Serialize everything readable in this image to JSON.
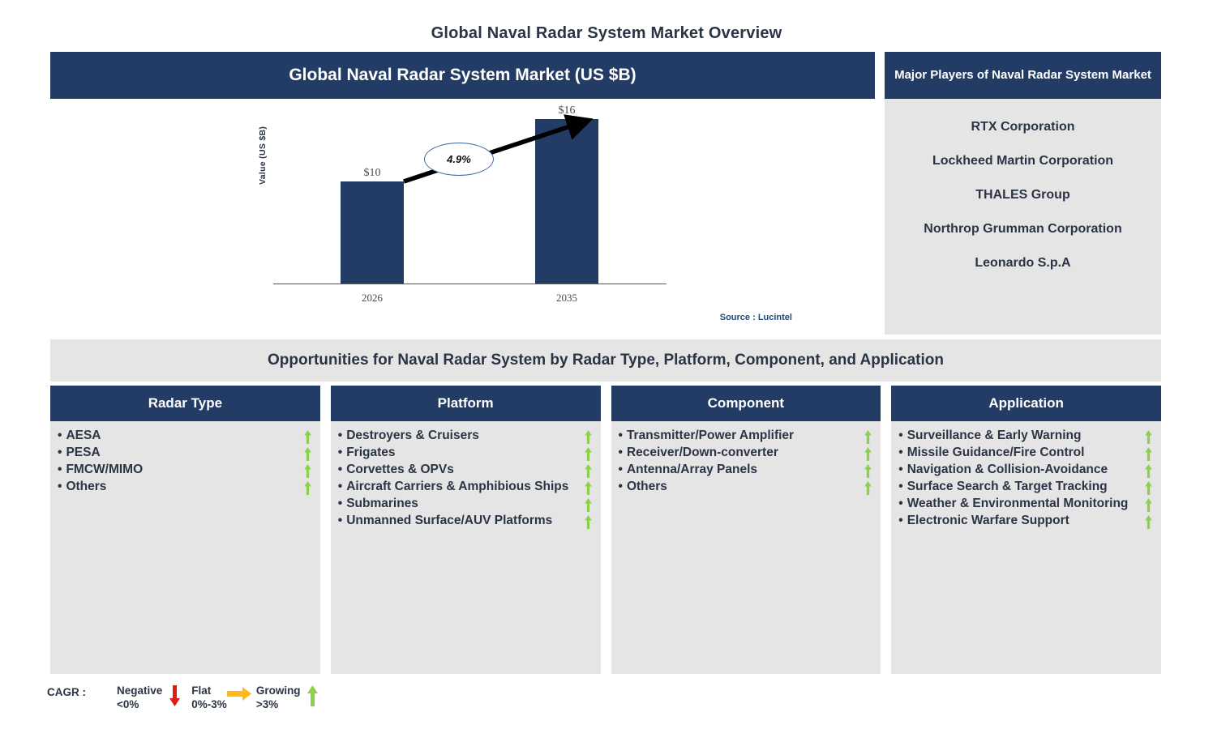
{
  "page_title": "Global Naval Radar System Market Overview",
  "chart_card": {
    "header": "Global Naval Radar System Market (US $B)",
    "source": "Source : Lucintel"
  },
  "chart_data": {
    "type": "bar",
    "title": "Global Naval Radar System Market (US $B)",
    "categories": [
      "2026",
      "2035"
    ],
    "values": [
      10,
      16
    ],
    "value_labels": [
      "$10",
      "$16"
    ],
    "ylabel": "Value (US $B)",
    "xlabel": "",
    "cagr_label": "4.9%",
    "grid": false,
    "legend": "none",
    "ylim": [
      0,
      18
    ],
    "bar_color": "#233C66",
    "annotation": "Arrow from 2026 bar to 2035 bar with CAGR bubble 4.9%"
  },
  "players": {
    "header": "Major Players of Naval Radar System Market",
    "items": [
      "RTX Corporation",
      "Lockheed Martin Corporation",
      "THALES Group",
      "Northrop Grumman Corporation",
      "Leonardo S.p.A"
    ]
  },
  "opportunities_banner": "Opportunities for Naval Radar System by Radar Type, Platform, Component, and Application",
  "columns": [
    {
      "header": "Radar Type",
      "items": [
        {
          "label": "AESA",
          "trend": "growing"
        },
        {
          "label": "PESA",
          "trend": "growing"
        },
        {
          "label": "FMCW/MIMO",
          "trend": "growing"
        },
        {
          "label": "Others",
          "trend": "growing"
        }
      ]
    },
    {
      "header": "Platform",
      "items": [
        {
          "label": "Destroyers & Cruisers",
          "trend": "growing"
        },
        {
          "label": "Frigates",
          "trend": "growing"
        },
        {
          "label": "Corvettes & OPVs",
          "trend": "growing"
        },
        {
          "label": "Aircraft Carriers & Amphibious Ships",
          "trend": "growing"
        },
        {
          "label": "Submarines",
          "trend": "growing"
        },
        {
          "label": "Unmanned Surface/AUV Platforms",
          "trend": "growing"
        }
      ]
    },
    {
      "header": "Component",
      "items": [
        {
          "label": "Transmitter/Power Amplifier",
          "trend": "growing"
        },
        {
          "label": "Receiver/Down-converter",
          "trend": "growing"
        },
        {
          "label": "Antenna/Array Panels",
          "trend": "growing"
        },
        {
          "label": "Others",
          "trend": "growing"
        }
      ]
    },
    {
      "header": "Application",
      "items": [
        {
          "label": "Surveillance & Early Warning",
          "trend": "growing"
        },
        {
          "label": "Missile Guidance/Fire Control",
          "trend": "growing"
        },
        {
          "label": "Navigation & Collision-Avoidance",
          "trend": "growing"
        },
        {
          "label": "Surface Search & Target Tracking",
          "trend": "growing"
        },
        {
          "label": "Weather & Environmental Monitoring",
          "trend": "growing"
        },
        {
          "label": "Electronic Warfare Support",
          "trend": "growing"
        }
      ]
    }
  ],
  "legend": {
    "title": "CAGR :",
    "items": [
      {
        "name": "Negative",
        "range": "<0%",
        "icon": "arrow-down-icon",
        "color": "#E01B12"
      },
      {
        "name": "Flat",
        "range": "0%-3%",
        "icon": "arrow-right-icon",
        "color": "#FFB81A"
      },
      {
        "name": "Growing",
        "range": ">3%",
        "icon": "arrow-up-icon",
        "color": "#8CD14A"
      }
    ]
  },
  "colors": {
    "navy": "#233C66",
    "panel_gray": "#E5E5E5",
    "green": "#8CD14A",
    "red": "#E01B12",
    "orange": "#FFB81A",
    "text_dark": "#2b3445"
  },
  "bullet": "•"
}
